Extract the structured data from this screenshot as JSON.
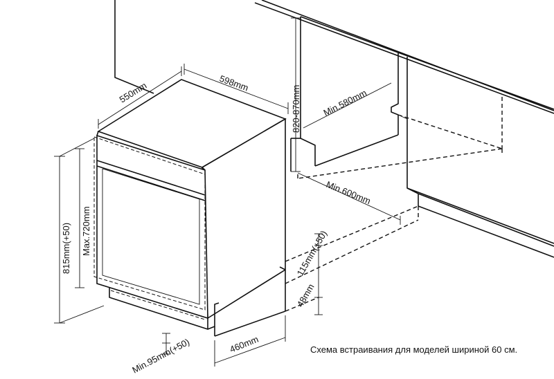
{
  "dimensions": {
    "width": "598mm",
    "depth": "550mm",
    "niche_height": "820-870mm",
    "niche_depth_min": "Min.580mm",
    "niche_width_min": "Min.600mm",
    "total_height": "815mm(+50)",
    "max_height": "Max.720mm",
    "plinth_height": "115mm(+50)",
    "plinth_offset": "48mm",
    "foot_depth": "460mm",
    "min_foot": "Min.95mm(+50)"
  },
  "caption": "Схема встраивания для моделей шириной 60 см."
}
